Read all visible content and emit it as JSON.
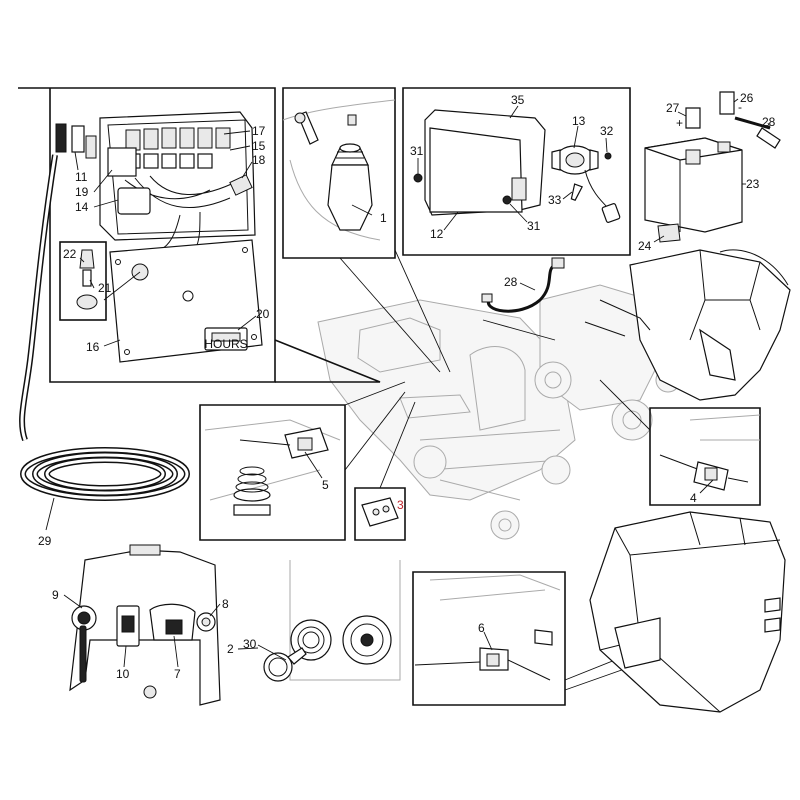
{
  "diagram": {
    "callouts": [
      {
        "id": "c1",
        "text": "1"
      },
      {
        "id": "c2",
        "text": "2"
      },
      {
        "id": "c3",
        "text": "3",
        "color": "#c0262d"
      },
      {
        "id": "c4",
        "text": "4"
      },
      {
        "id": "c5",
        "text": "5"
      },
      {
        "id": "c6",
        "text": "6"
      },
      {
        "id": "c7",
        "text": "7"
      },
      {
        "id": "c8",
        "text": "8"
      },
      {
        "id": "c9",
        "text": "9"
      },
      {
        "id": "c10",
        "text": "10"
      },
      {
        "id": "c11",
        "text": "11"
      },
      {
        "id": "c12",
        "text": "12"
      },
      {
        "id": "c13",
        "text": "13"
      },
      {
        "id": "c14",
        "text": "14"
      },
      {
        "id": "c15",
        "text": "15"
      },
      {
        "id": "c16",
        "text": "16"
      },
      {
        "id": "c17",
        "text": "17"
      },
      {
        "id": "c18",
        "text": "18"
      },
      {
        "id": "c19",
        "text": "19"
      },
      {
        "id": "c20",
        "text": "20"
      },
      {
        "id": "c21",
        "text": "21"
      },
      {
        "id": "c22",
        "text": "22"
      },
      {
        "id": "c23",
        "text": "23"
      },
      {
        "id": "c24",
        "text": "24"
      },
      {
        "id": "c26",
        "text": "26"
      },
      {
        "id": "c27",
        "text": "27"
      },
      {
        "id": "c28a",
        "text": "28"
      },
      {
        "id": "c28b",
        "text": "28"
      },
      {
        "id": "c29",
        "text": "29"
      },
      {
        "id": "c30",
        "text": "30"
      },
      {
        "id": "c31a",
        "text": "31"
      },
      {
        "id": "c31b",
        "text": "31"
      },
      {
        "id": "c32",
        "text": "32"
      },
      {
        "id": "c33",
        "text": "33"
      },
      {
        "id": "c35",
        "text": "35"
      }
    ],
    "battery_terminals": {
      "positive": "+",
      "negative": "-"
    },
    "hour_meter_caption": "HOURS"
  },
  "colors": {
    "line": "#111111",
    "accent_callout": "#c0262d",
    "background": "#ffffff"
  }
}
